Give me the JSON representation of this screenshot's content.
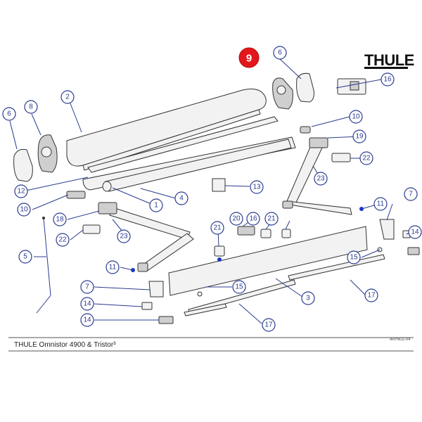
{
  "brand": {
    "logo_text": "THULE"
  },
  "footer": {
    "title": "THULE Omnistor 4900 & Tristor³",
    "drawing_code": "4AY602-04"
  },
  "highlight_callout": {
    "number": "9",
    "color": "#e3171b"
  },
  "callouts": {
    "c6a": "6",
    "c16a": "16",
    "c2": "2",
    "c8": "8",
    "c6b": "6",
    "c10a": "10",
    "c19": "19",
    "c22a": "22",
    "c23a": "23",
    "c12": "12",
    "c4": "4",
    "c13": "13",
    "c10b": "10",
    "c1": "1",
    "c11a": "11",
    "c18": "18",
    "c23b": "23",
    "c7a": "7",
    "c22b": "22",
    "c20": "20",
    "c16b": "16",
    "c21a": "21",
    "c21b": "21",
    "c14a": "14",
    "c5": "5",
    "c11b": "11",
    "c15a": "15",
    "c7b": "7",
    "c15b": "15",
    "c3": "3",
    "c17a": "17",
    "c14b": "14",
    "c14c": "14",
    "c17b": "17"
  },
  "colors": {
    "callout_stroke": "#2a3b8f",
    "callout_text": "#2a3b8f",
    "dot": "#1a37c9"
  }
}
